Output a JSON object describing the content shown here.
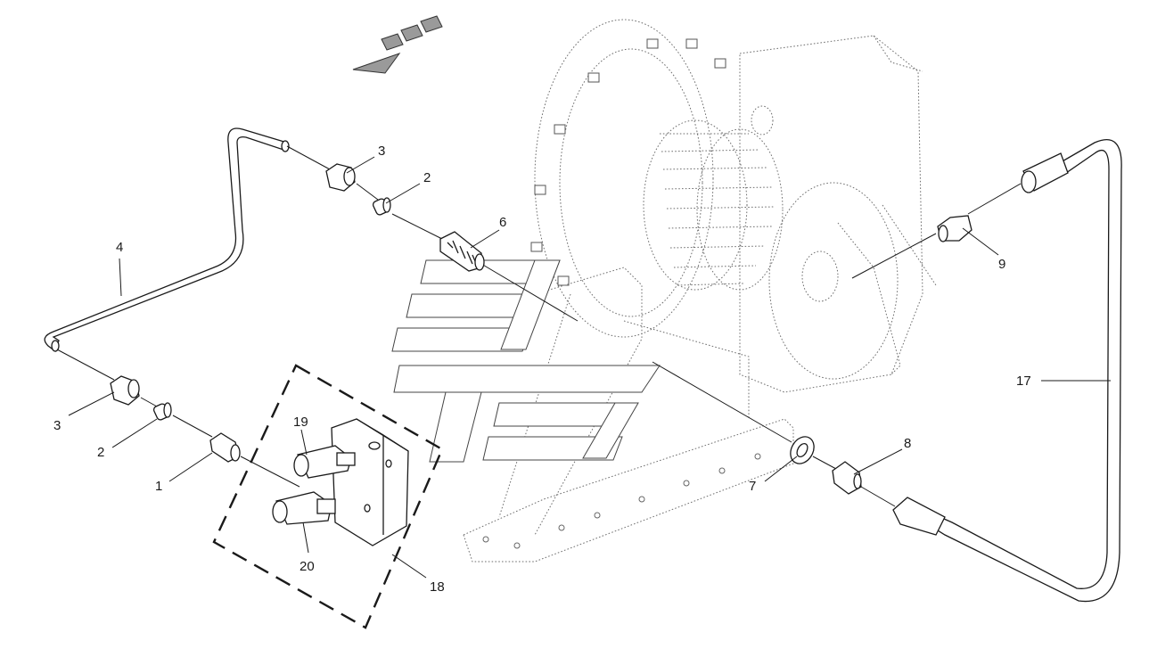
{
  "callouts": {
    "c1": "1",
    "c2a": "2",
    "c2b": "2",
    "c3a": "3",
    "c3b": "3",
    "c4": "4",
    "c6": "6",
    "c7": "7",
    "c8": "8",
    "c9": "9",
    "c17": "17",
    "c18": "18",
    "c19": "19",
    "c20": "20"
  },
  "icons": {
    "direction_arrow": "direction-arrow-icon",
    "watermark_logo": "brand-watermark-logo"
  }
}
